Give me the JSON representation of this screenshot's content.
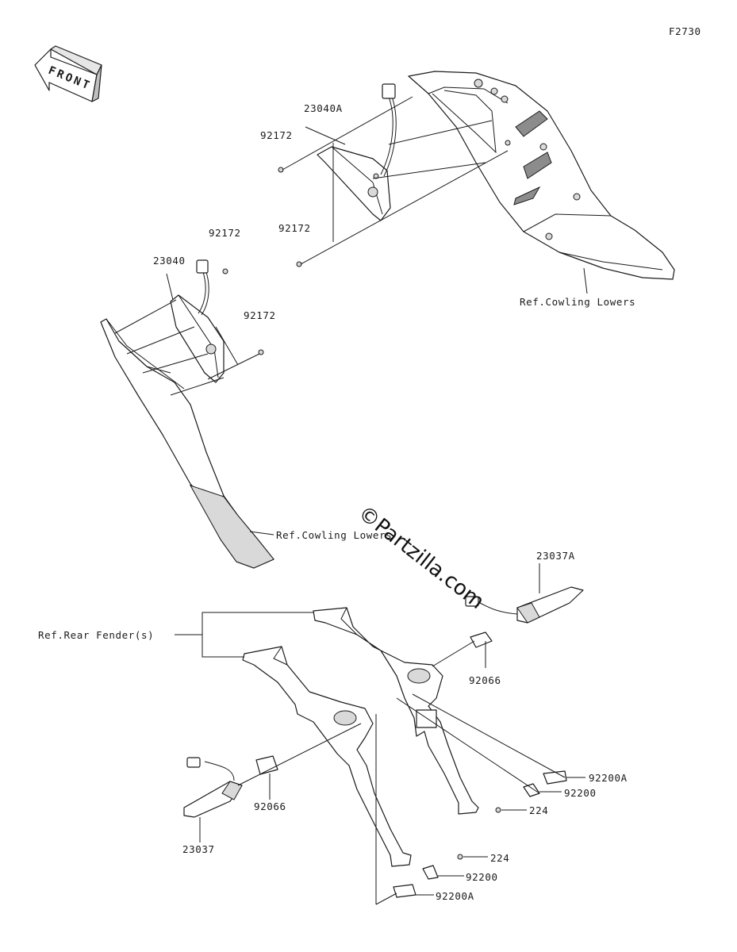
{
  "diagram_code": "F2730",
  "front_label": "FRONT",
  "watermark": "©Partzilla.com",
  "labels": {
    "p23040A": "23040A",
    "p92172_a": "92172",
    "p92172_b": "92172",
    "p92172_c": "92172",
    "p92172_d": "92172",
    "p23040": "23040",
    "ref_cowling_lowers_right": "Ref.Cowling Lowers",
    "ref_cowling_lowers_left": "Ref.Cowling Lowers",
    "ref_rear_fenders": "Ref.Rear Fender(s)",
    "p23037A": "23037A",
    "p92066_a": "92066",
    "p92066_b": "92066",
    "p23037": "23037",
    "p92200A_a": "92200A",
    "p92200_a": "92200",
    "p224_a": "224",
    "p224_b": "224",
    "p92200_b": "92200",
    "p92200A_b": "92200A"
  }
}
